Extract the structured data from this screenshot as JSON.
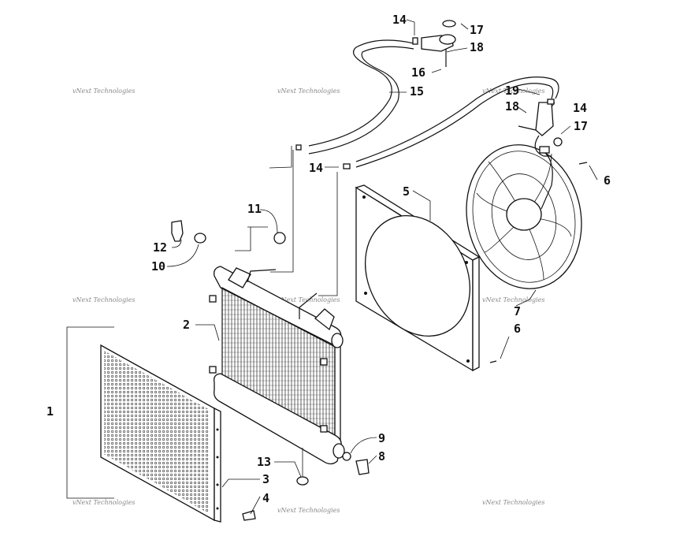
{
  "watermark": "vNext Technologies",
  "callouts": [
    {
      "id": "c1",
      "text": "1"
    },
    {
      "id": "c2",
      "text": "2"
    },
    {
      "id": "c3",
      "text": "3"
    },
    {
      "id": "c4",
      "text": "4"
    },
    {
      "id": "c5",
      "text": "5"
    },
    {
      "id": "c6a",
      "text": "6"
    },
    {
      "id": "c6b",
      "text": "6"
    },
    {
      "id": "c7",
      "text": "7"
    },
    {
      "id": "c8",
      "text": "8"
    },
    {
      "id": "c9",
      "text": "9"
    },
    {
      "id": "c10",
      "text": "10"
    },
    {
      "id": "c11",
      "text": "11"
    },
    {
      "id": "c12",
      "text": "12"
    },
    {
      "id": "c13",
      "text": "13"
    },
    {
      "id": "c14a",
      "text": "14"
    },
    {
      "id": "c14b",
      "text": "14"
    },
    {
      "id": "c14c",
      "text": "14"
    },
    {
      "id": "c15",
      "text": "15"
    },
    {
      "id": "c16",
      "text": "16"
    },
    {
      "id": "c17a",
      "text": "17"
    },
    {
      "id": "c17b",
      "text": "17"
    },
    {
      "id": "c18a",
      "text": "18"
    },
    {
      "id": "c18b",
      "text": "18"
    },
    {
      "id": "c19",
      "text": "19"
    }
  ]
}
